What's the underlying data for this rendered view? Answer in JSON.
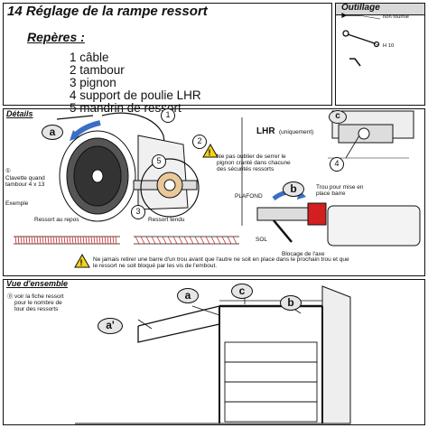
{
  "header": {
    "title": "14 Réglage de la rampe ressort",
    "tools_title": "Outillage"
  },
  "reperes": {
    "heading": "Repères :",
    "items": [
      "1 câble",
      "2 tambour",
      "3 pignon",
      "4 support de poulie LHR",
      "5 mandrin de ressort"
    ]
  },
  "tools": {
    "not_supplied": "non fournie",
    "wrench": "H 10"
  },
  "details": {
    "section_title": "Détails",
    "callout_a": "a",
    "callout_b": "b",
    "callout_c": "c",
    "num_1": "1",
    "num_2": "2",
    "num_3": "3",
    "num_4": "4",
    "num_5": "5",
    "key_note": "Clavette quand tambour 4 x 13",
    "key_num": "①",
    "example": "Exemple",
    "spring_rest": "Ressort au repos",
    "spring_tensioned": "Ressort tendu",
    "pinion_warning": "Ne pas oublier de serrer le pignon cranté dans chacune des sécurités ressorts",
    "lhr_label": "LHR",
    "lhr_only": "(uniquement)",
    "ceiling": "PLAFOND",
    "floor": "SOL",
    "bar_note": "Trou pour mise en place barre",
    "axle_lock": "Blocage de l'axe",
    "bar_warning": "Ne jamais retirer une barre d'un trou avant que l'autre ne soit en place dans le prochain trou et que le ressort ne soit bloqué par les vis de l'embout."
  },
  "overview": {
    "section_title": "Vue d'ensemble",
    "note_num": "⓪",
    "note": "voir la fiche ressort pour le nombre de tour des ressorts",
    "callout_a": "a",
    "callout_a_prime": "a'",
    "callout_b": "b",
    "callout_c": "c"
  },
  "colors": {
    "accent_red": "#d21f1f",
    "warning_yellow": "#f2d21b",
    "arrow_blue": "#3a6fc4",
    "oval_grey": "#e6e6e6",
    "band_grey": "#d9d9d9"
  }
}
